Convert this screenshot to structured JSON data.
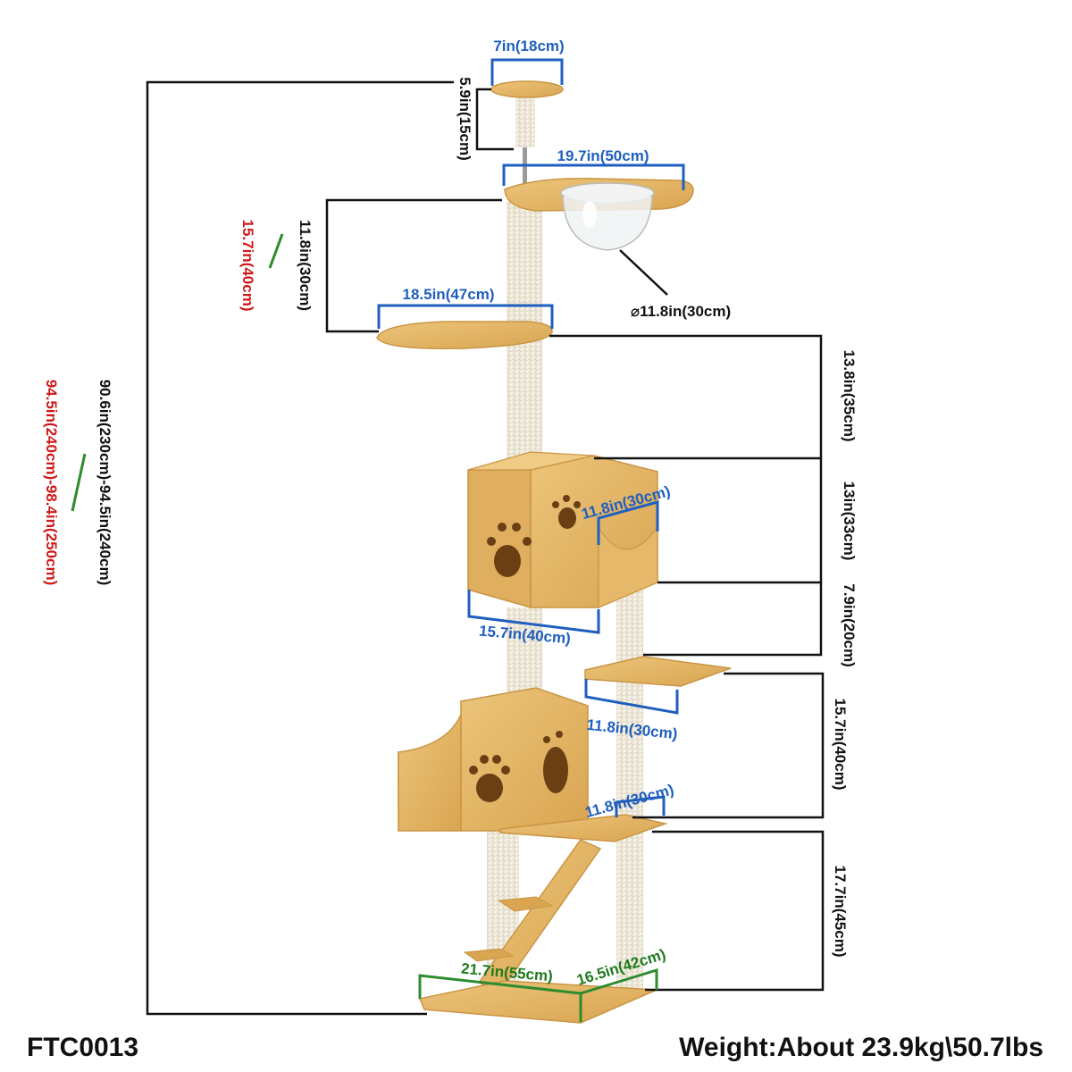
{
  "footer": {
    "model": "FTC0013",
    "weight": "Weight:About 23.9kg\\50.7lbs"
  },
  "dimensions": {
    "top_perch_width": "7in(18cm)",
    "top_post_height": "5.9in(15cm)",
    "bowl_platform_width": "19.7in(50cm)",
    "bowl_diameter": "⌀11.8in(30cm)",
    "upper_gap_height": "11.8in(30cm)",
    "upper_gap_height_alt": "15.7in(40cm)",
    "round_platform_width": "18.5in(47cm)",
    "gap_to_condo_top": "13.8in(35cm)",
    "condo_top_height": "13in(33cm)",
    "condo_to_step_height": "7.9in(20cm)",
    "condo_basket_width": "11.8in(30cm)",
    "condo_width": "15.7in(40cm)",
    "step_width": "11.8in(30cm)",
    "step_to_lower_platform": "15.7in(40cm)",
    "lower_platform_width": "11.8in(30cm)",
    "lower_to_base_height": "17.7in(45cm)",
    "base_width": "21.7in(55cm)",
    "base_depth": "16.5in(42cm)",
    "total_height": "90.6in(230cm)-94.5in(240cm)",
    "total_height_alt": "94.5in(240cm)-98.4in(250cm)"
  },
  "colors": {
    "wood": "#e2b466",
    "wood_dark": "#c99544",
    "sisal": "#f4efe3",
    "blue_line": "#1f5fbf",
    "green_line": "#2e8b2e",
    "red_text": "#d01818",
    "black_line": "#111111"
  }
}
